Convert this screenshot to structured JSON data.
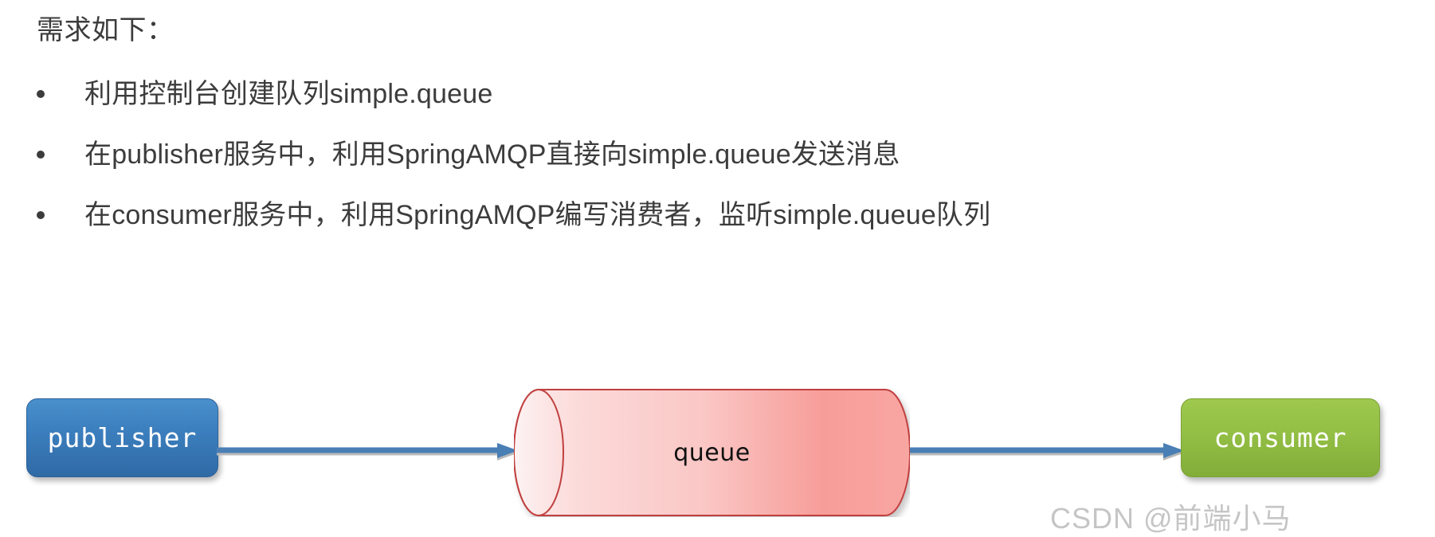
{
  "slide": {
    "title": "需求如下：",
    "bullets": [
      {
        "marker": "•",
        "text": "利用控制台创建队列simple.queue"
      },
      {
        "marker": "•",
        "text": "在publisher服务中，利用SpringAMQP直接向simple.queue发送消息"
      },
      {
        "marker": "•",
        "text": "在consumer服务中，利用SpringAMQP编写消费者，监听simple.queue队列"
      }
    ]
  },
  "diagram": {
    "nodes": {
      "publisher": {
        "label": "publisher",
        "shape": "rounded-rect",
        "color": "#3c7fbe"
      },
      "queue": {
        "label": "queue",
        "shape": "cylinder",
        "color": "#f6a6a4"
      },
      "consumer": {
        "label": "consumer",
        "shape": "rounded-rect",
        "color": "#93bf45"
      }
    },
    "arrows": [
      {
        "from": "publisher",
        "to": "queue",
        "color": "#4a7fb5"
      },
      {
        "from": "queue",
        "to": "consumer",
        "color": "#4a7fb5"
      }
    ]
  },
  "watermark": {
    "text": "CSDN @前端小马"
  }
}
